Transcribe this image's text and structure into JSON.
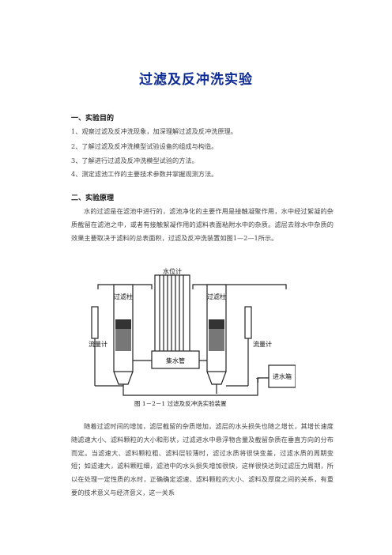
{
  "title": "过滤及反冲洗实验",
  "section1": {
    "heading": "一、实验目的",
    "items": [
      "1、观察过滤及反冲洗现象，加深理解过滤及反冲洗原理。",
      "2、了解过滤及反冲洗模型试验设备的组成与构造。",
      "3、了解进行过滤及反冲洗模型试验的方法。",
      "4、测定滤池工作的主要技术参数并掌握观测方法。"
    ]
  },
  "section2": {
    "heading": "二、实验原理",
    "paragraph1": "水的过滤是在滤池中进行的，滤池净化的主要作用是接触凝聚作用，水中经过絮凝的杂质截留在滤池之中，或者有接触絮凝作用的滤料表面粘附水中的杂质。滤层去除水中杂质的效果主要取决于滤料的总表面积，过滤及反冲洗装置如图1—2—1所示。",
    "paragraph2": "随着过滤时间的增加，滤层截留的杂质增加，滤层的水头损失也随之增长，其增长速度随滤速大小、滤料颗粒的大小和形状，过滤进水中悬浮物含量及截留杂质在垂直方向的分布而定。当滤速大、滤料颗粒粗、滤料层较薄时，滤过水质将很快变差，过滤水质的周期变短；如滤速大，滤料颗粒细，滤池中的水头损失增加很快，这样很快达到过滤压力周期，所以在处理一定性质的水时，正确确定滤速、滤料颗粒的大小、滤料及厚度之间的关系，有重要的技术意义与经济意义，这一关系"
  },
  "figure": {
    "label_water_gauge": "水位计",
    "label_filter_left": "过滤柱",
    "label_filter_right": "过滤柱",
    "label_flowmeter_left": "流量计",
    "label_flowmeter_right": "流量计",
    "label_manifold": "集水管",
    "label_tank": "进水箱",
    "label_valve": "T",
    "caption": "图 1－2－1   过滤及反冲洗实验装置"
  }
}
